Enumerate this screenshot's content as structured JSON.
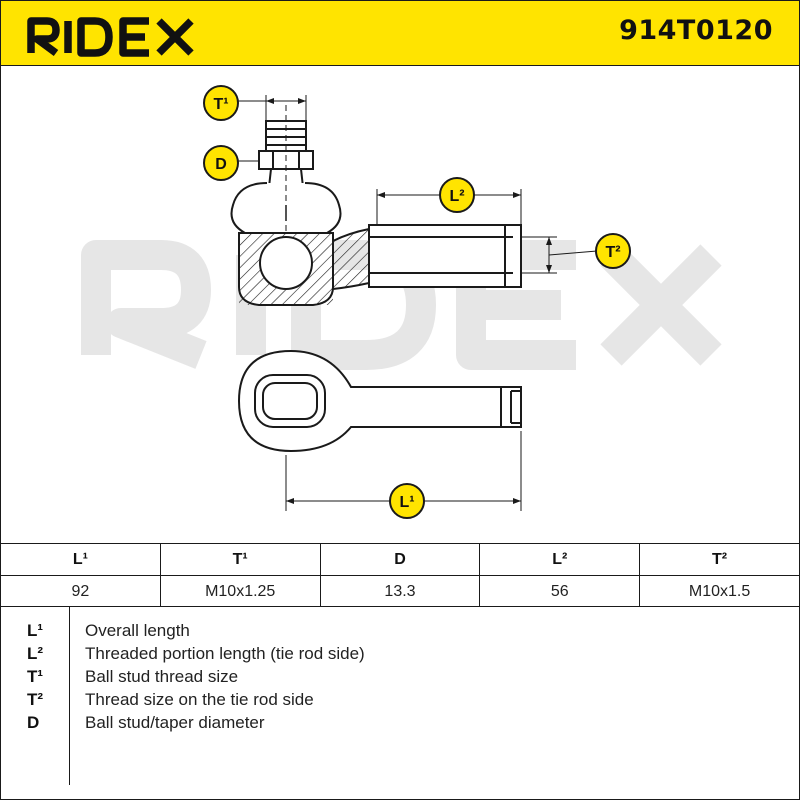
{
  "header": {
    "brand": "RIDEX",
    "part_number": "914T0120"
  },
  "watermark": "RIDEX",
  "colors": {
    "accent": "#ffe400",
    "line": "#1a1a1a",
    "watermark": "#e6e6e6"
  },
  "callouts": {
    "t1": "T¹",
    "d": "D",
    "l2": "L²",
    "t2": "T²",
    "l1": "L¹"
  },
  "table": {
    "headers": [
      "L¹",
      "T¹",
      "D",
      "L²",
      "T²"
    ],
    "values": [
      "92",
      "M10x1.25",
      "13.3",
      "56",
      "M10x1.5"
    ]
  },
  "legend": [
    {
      "key": "L¹",
      "desc": "Overall length"
    },
    {
      "key": "L²",
      "desc": "Threaded portion length (tie rod side)"
    },
    {
      "key": "T¹",
      "desc": "Ball stud thread size"
    },
    {
      "key": "T²",
      "desc": "Thread size on the tie rod side"
    },
    {
      "key": "D",
      "desc": "Ball stud/taper diameter"
    }
  ]
}
